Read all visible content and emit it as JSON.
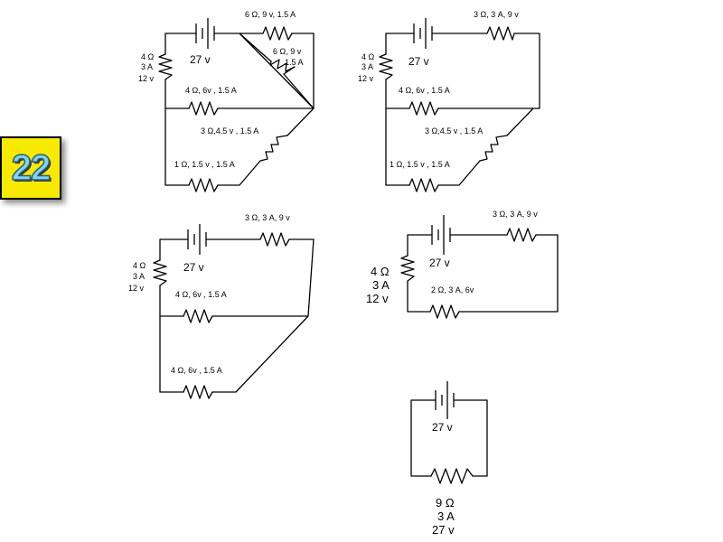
{
  "slide_number": "22",
  "circuits": {
    "c1": {
      "battery": "27 v",
      "r_left": [
        "4 Ω",
        "3 A",
        "12 v"
      ],
      "r_top": "6 Ω, 9 v, 1.5 A",
      "r_diag": [
        "6 Ω, 9 v",
        "1.5 A"
      ],
      "r_mid": "4 Ω, 6v , 1.5 A",
      "r_diag2": "3 Ω,4.5  v , 1.5 A",
      "r_bottom": "1 Ω, 1.5 v , 1.5 A"
    },
    "c2": {
      "battery": "27 v",
      "r_left": [
        "4 Ω",
        "3 A",
        "12 v"
      ],
      "r_top": "3 Ω,  3 A, 9 v",
      "r_mid": "4 Ω, 6v , 1.5 A",
      "r_diag2": "3 Ω,4.5   v , 1.5 A",
      "r_bottom": "1 Ω, 1.5 v , 1.5 A"
    },
    "c3": {
      "battery": "27 v",
      "r_left": [
        "4 Ω",
        "3 A",
        "12 v"
      ],
      "r_top": "3 Ω,  3 A, 9 v",
      "r_mid": "4 Ω, 6v , 1.5 A",
      "r_bottom": "4 Ω, 6v , 1.5 A"
    },
    "c4": {
      "battery": "27 v",
      "r_left": [
        "4 Ω",
        "3 A",
        "12 v"
      ],
      "r_top": "3 Ω,  3 A, 9 v",
      "r_bottom": "2 Ω,  3 A, 6v"
    },
    "c5": {
      "battery": "27 v",
      "r_bottom": [
        "9 Ω",
        "3 A",
        "27  v"
      ]
    }
  }
}
